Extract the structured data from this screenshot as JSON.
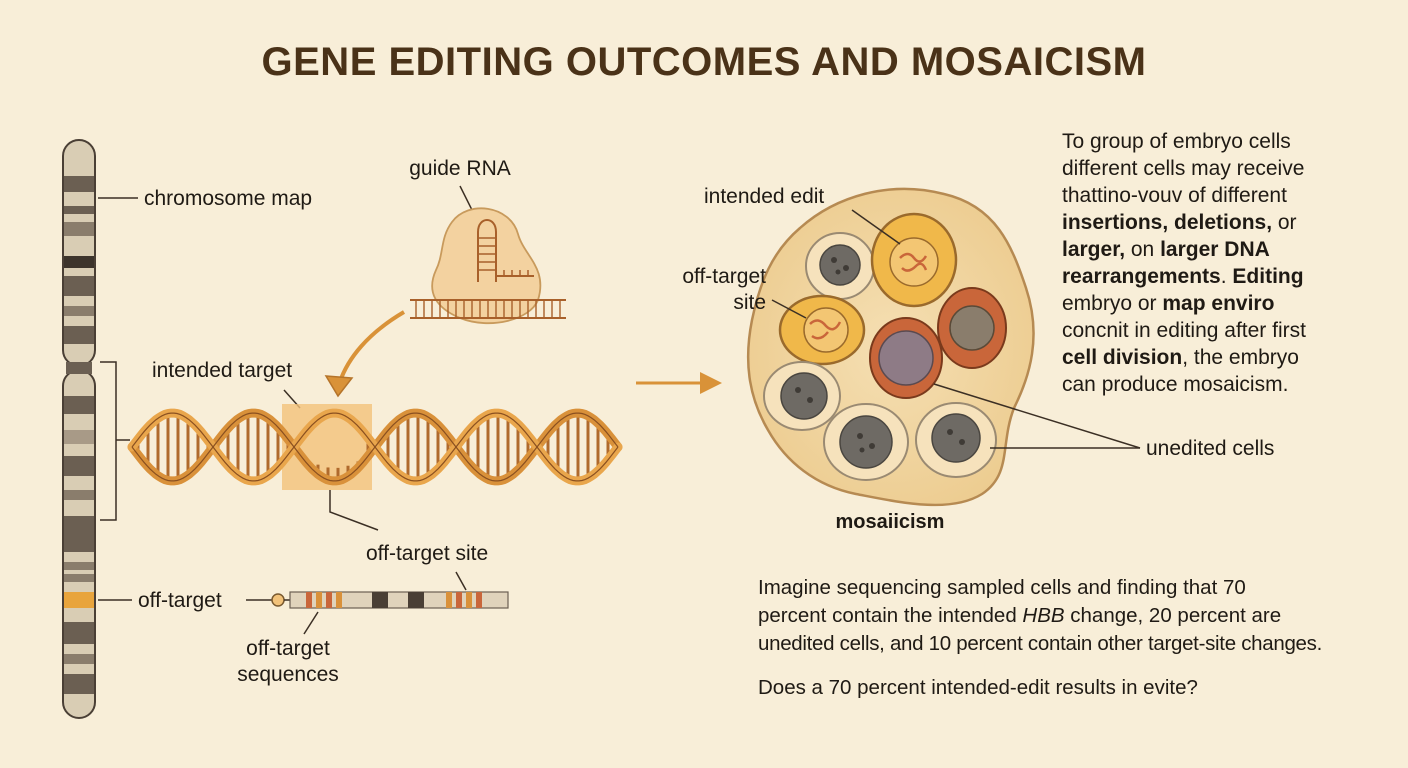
{
  "title": "GENE EDITING OUTCOMES AND MOSAICISM",
  "labels": {
    "chromosome_map": "chromosome map",
    "guide_rna": "guide RNA",
    "intended_target": "intended target",
    "off_target_site_dna": "off-target site",
    "off_target": "off-target",
    "off_target_sequences_1": "off-target",
    "off_target_sequences_2": "sequences",
    "intended_edit": "intended edit",
    "off_target_site_cell_1": "off-target",
    "off_target_site_cell_2": "site",
    "mosaicism": "mosaiicism",
    "unedited_cells": "unedited cells"
  },
  "side_text": {
    "line1": "To group of embryo cells",
    "line2": "different cells may receive",
    "line3": "thattino-vouv of different",
    "line4_bold": "insertions, deletions,",
    "line4_rest": " or",
    "line5_bold1": "larger,",
    "line5_mid": " on ",
    "line5_bold2": "larger DNA",
    "line6_bold1": "rearrangements",
    "line6_mid": ". ",
    "line6_bold2": "Editing",
    "line7_start": "embryo or ",
    "line7_bold": "map enviro",
    "line8": "concnit in editing after first",
    "line9_bold": "cell division",
    "line9_rest": ", the embryo",
    "line10": "can produce mosaicism."
  },
  "scenario": {
    "line1": "Imagine sequencing sampled cells and finding that 70",
    "line2_start": "percent contain the intended ",
    "line2_gene": "HBB",
    "line2_rest": " change, 20 percent are",
    "line3": "unedited cells, and 10 percent contain other target-site changes."
  },
  "question": "Does a 70 percent intended-edit results in evite?",
  "colors": {
    "background": "#f8eed8",
    "title": "#4a3218",
    "dna_orange": "#d9913a",
    "highlight": "#f2c27a",
    "edited_cell": "#f0b84a",
    "offtarget_cell": "#c9663a",
    "unedited_cell": "#6e6a64",
    "embryo": "#f3d9a8"
  }
}
